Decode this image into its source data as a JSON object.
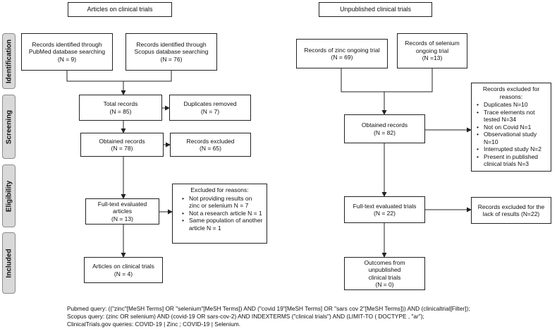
{
  "headers": {
    "articles": "Articles on clinical trials",
    "unpublished": "Unpublished clinical trials"
  },
  "stages": {
    "identification": "Identification",
    "screening": "Screening",
    "eligibility": "Eligibility",
    "included": "Included"
  },
  "articles": {
    "pubmed": {
      "line1": "Records identified through",
      "line2": "PubMed database searching",
      "count": "(N = 9)"
    },
    "scopus": {
      "line1": "Records identified through",
      "line2": "Scopus database searching",
      "count": "(N = 76)"
    },
    "total": {
      "label": "Total records",
      "count": "(N = 85)"
    },
    "duplicates": {
      "label": "Duplicates removed",
      "count": "(N = 7)"
    },
    "obtained": {
      "label": "Obtained records",
      "count": "(N = 78)"
    },
    "excluded": {
      "label": "Records excluded",
      "count": "(N = 65)"
    },
    "fulltext": {
      "label": "Full-text evaluated articles",
      "count": "(N = 13)"
    },
    "excluded_reasons": {
      "title": "Excluded for reasons:",
      "items": [
        "Not providing results on zinc or selenium N = 7",
        "Not a research article N = 1",
        "Same population of another article N = 1"
      ]
    },
    "included": {
      "label": "Articles on clinical trials",
      "count": "(N = 4)"
    }
  },
  "unpublished": {
    "zinc": {
      "line1": "Records of zinc ongoing trial",
      "count": "(N = 69)"
    },
    "selenium": {
      "line1": "Records of selenium",
      "line2": "ongoing trial",
      "count": "(N =13)"
    },
    "obtained": {
      "label": "Obtained records",
      "count": "(N = 82)"
    },
    "excluded_reasons": {
      "title1": "Records excluded for",
      "title2": "reasons:",
      "items": [
        "Duplicates N=10",
        "Trace elements not tested N=34",
        "Not on Covid N=1",
        "Observational study N=10",
        "Interrupted study N=2",
        "Present in published clinical trials N=3"
      ]
    },
    "fulltext": {
      "label": "Full-text evaluated trials",
      "count": "(N = 22)"
    },
    "lack": {
      "line1": "Records excluded for the",
      "line2": "lack of results (N=22)"
    },
    "outcomes": {
      "line1": "Outcomes from unpublished",
      "line2": "clinical trials",
      "count": "(N = 0)"
    }
  },
  "footer": {
    "line1": "Pubmed query: ((\"zinc\"[MeSH Terms] OR \"selenium\"[MeSH Terms]) AND (\"covid 19\"[MeSH Terms] OR \"sars cov 2\"[MeSH Terms])) AND (clinicaltrial[Filter]);",
    "line2": "Scopus query: (zinc OR selenium) AND (covid-19 OR sars-cov-2) AND INDEXTERMS (\"clinical trials\") AND (LIMIT-TO ( DOCTYPE , \"ar\");",
    "line3": "ClinicalTrials.gov queries: COVID-19 | Zinc ; COVID-19 | Selenium."
  }
}
